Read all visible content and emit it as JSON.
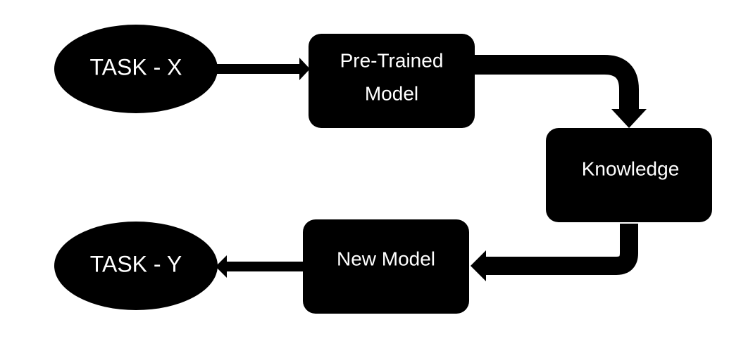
{
  "colors": {
    "background": "#ffffff",
    "shape_fill": "#000000",
    "text": "#ffffff",
    "arrow": "#000000"
  },
  "nodes": {
    "task_x": {
      "label": "TASK - X",
      "shape": "ellipse"
    },
    "pretrained": {
      "label_line1": "Pre-Trained",
      "label_line2": "Model",
      "shape": "rounded-rectangle"
    },
    "knowledge": {
      "label": "Knowledge",
      "shape": "rounded-rectangle"
    },
    "new_model": {
      "label": "New Model",
      "shape": "rounded-rectangle"
    },
    "task_y": {
      "label": "TASK - Y",
      "shape": "ellipse"
    }
  },
  "edges": [
    {
      "from": "TASK - X",
      "to": "Pre-Trained Model"
    },
    {
      "from": "Pre-Trained Model",
      "to": "Knowledge"
    },
    {
      "from": "Knowledge",
      "to": "New Model"
    },
    {
      "from": "New Model",
      "to": "TASK - Y"
    }
  ]
}
